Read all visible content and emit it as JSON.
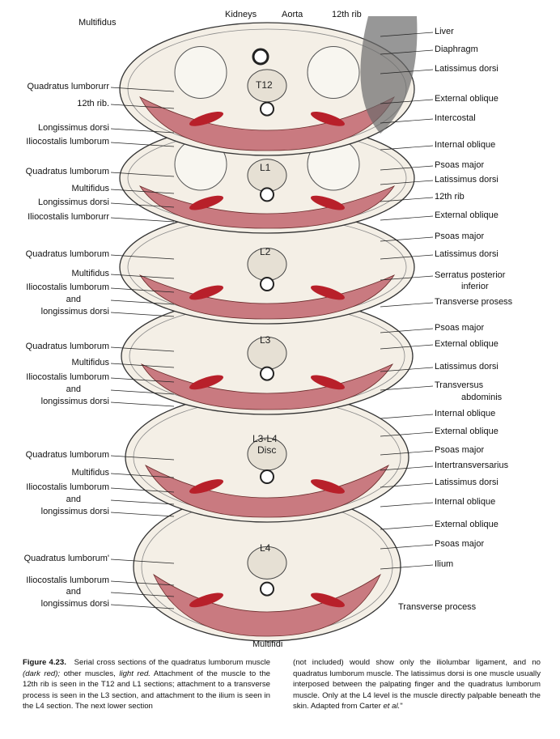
{
  "top_labels": [
    "Multifidus",
    "Kidneys",
    "Aorta",
    "12th rib"
  ],
  "left_labels": [
    "Quadratus lumborurr",
    "12th rib.",
    "Longissimus dorsi",
    "Iliocostalis lumborum",
    "Quadratus lumborum",
    "Multifidus",
    "Longissimus dorsi",
    "Iliocostalis lumborurr",
    "Quadratus lumborum",
    "Multifidus",
    "Iliocostalis lumborum",
    "and",
    "longissimus dorsi",
    "Quadratus lumborum",
    "Multifidus",
    "Iliocostalis lumborum",
    "and",
    "longissimus dorsi",
    "Quadratus lumborum",
    "Multifidus",
    "Iliocostalis lumborum",
    "and",
    "longissimus dorsi",
    "Quadratus lumborum'",
    "Iliocostalis lumborum",
    "and",
    "longissimus dorsi"
  ],
  "right_labels": [
    "Liver",
    "Diaphragm",
    "Latissimus dorsi",
    "External oblique",
    "Intercostal",
    "Internal oblique",
    "Psoas major",
    "Latissimus dorsi",
    "12th rib",
    "External oblique",
    "Psoas major",
    "Latissimus dorsi",
    "Serratus posterior",
    "inferior",
    "Transverse prosess",
    "Psoas major",
    "External oblique",
    "Latissimus dorsi",
    "Transversus",
    "abdominis",
    "Internal oblique",
    "External oblique",
    "Psoas major",
    "Intertransversarius",
    "Latissimus dorsi",
    "Internal oblique",
    "External oblique",
    "Psoas major",
    "Ilium"
  ],
  "bottom_labels": {
    "transverse_process": "Transverse process",
    "multifidi": "Multifidi"
  },
  "vertebra_labels": [
    "T12",
    "L1",
    "L2",
    "L3",
    "L3-L4",
    "Disc",
    "L4"
  ],
  "colors": {
    "dark_red": "#b8202a",
    "light_red": "#c97a80",
    "tissue": "#f4efe6"
  },
  "caption": {
    "figure_no": "Figure 4.23.",
    "col1_a": "Serial cross sections of the quadratus lumborum muscle ",
    "dark_red": "(dark red);",
    "col1_b": " other muscles, ",
    "light_red": "light red.",
    "col1_c": " Attachment of the muscle to the 12th rib is seen in the T12 and L1 sections; attachment to a transverse process is seen in the L3 section, and attachment to the ilium is seen in the L4 section. The next lower section",
    "col2_a": "(not included) would show only the iliolumbar ligament, and no quadratus lumborum muscle. The latissimus dorsi is one muscle usually interposed between the palpating finger and the quadratus lumborum muscle. Only at the L4 level is the muscle directly palpable beneath the skin. Adapted from Carter ",
    "etal": "et al.",
    "col2_b": "\""
  }
}
